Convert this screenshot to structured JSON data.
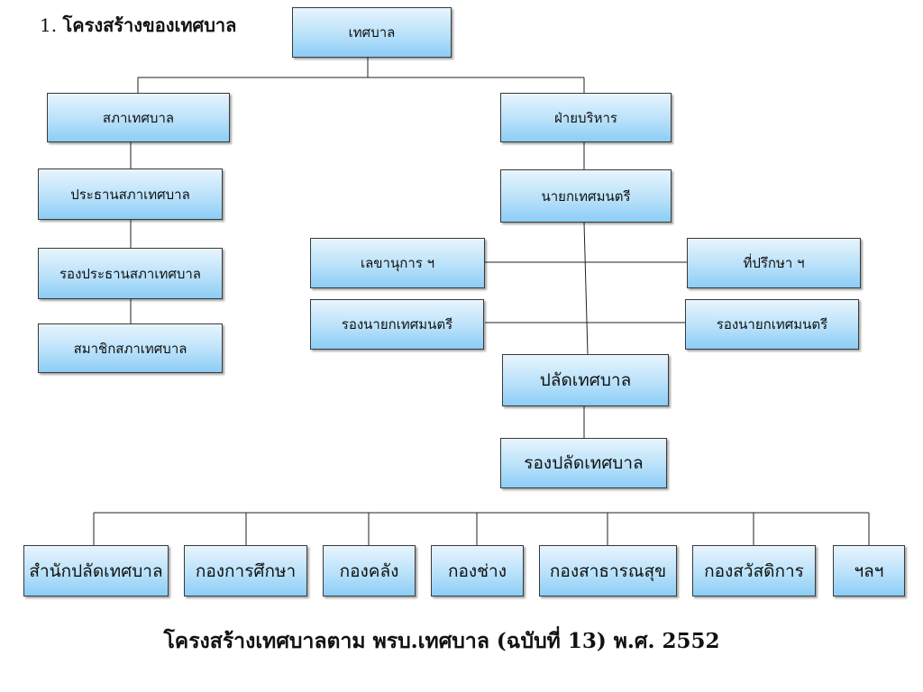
{
  "title": {
    "number": "1.",
    "text": "โครงสร้างของเทศบาล"
  },
  "caption": "โครงสร้างเทศบาลตาม พรบ.เทศบาล (ฉบับที่ 13) พ.ศ. 2552",
  "nodes": {
    "root": "เทศบาล",
    "council": "สภาเทศบาล",
    "executive": "ฝ่ายบริหาร",
    "council_president": "ประธานสภาเทศบาล",
    "council_vice_president": "รองประธานสภาเทศบาล",
    "council_member": "สมาชิกสภาเทศบาล",
    "mayor": "นายกเทศมนตรี",
    "secretary": "เลขานุการ ฯ",
    "advisor": "ที่ปรึกษา ฯ",
    "deputy_mayor_left": "รองนายกเทศมนตรี",
    "deputy_mayor_right": "รองนายกเทศมนตรี",
    "clerk": "ปลัดเทศบาล",
    "deputy_clerk": "รองปลัดเทศบาล"
  },
  "departments": [
    "สำนักปลัดเทศบาล",
    "กองการศึกษา",
    "กองคลัง",
    "กองช่าง",
    "กองสาธารณสุข",
    "กองสวัสดิการ",
    "ฯลฯ"
  ],
  "colors": {
    "box_top": "#e8f5fd",
    "box_bottom": "#8ccdf6",
    "border": "#3a3a3a",
    "line": "#222222"
  }
}
